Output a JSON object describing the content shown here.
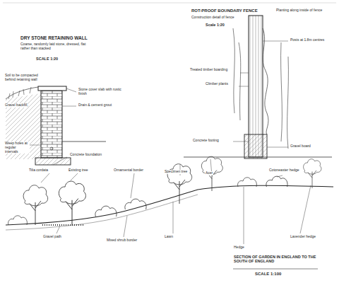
{
  "diagram": {
    "labels": [
      "DRY STONE RETAINING WALL",
      "Coarse, randomly laid stone, dressed, flat rather than stacked",
      "SCALE 1:20",
      "Stone cover slab with rustic finish",
      "Drain & cement grout",
      "Soil to be compacted behind retaining wall",
      "Gravel backfill",
      "Weep holes at regular intervals",
      "Concrete foundation",
      "ROT-PROOF BOUNDARY FENCE",
      "Construction detail of fence",
      "Scale 1:20",
      "Planting along inside of fence",
      "Treated timber boarding",
      "Climber plants",
      "Concrete footing",
      "Posts at 1.8m centres",
      "Gravel board",
      "Tilia cordata",
      "Existing tree",
      "Ornamental border",
      "Specimen tree",
      "Acer",
      "Cotoneaster hedge",
      "Gravel path",
      "Mixed shrub border",
      "Lawn",
      "Hedge",
      "Lavender hedge",
      "SECTION OF GARDEN IN ENGLAND TO THE SOUTH OF ENGLAND",
      "SCALE 1:100"
    ]
  }
}
